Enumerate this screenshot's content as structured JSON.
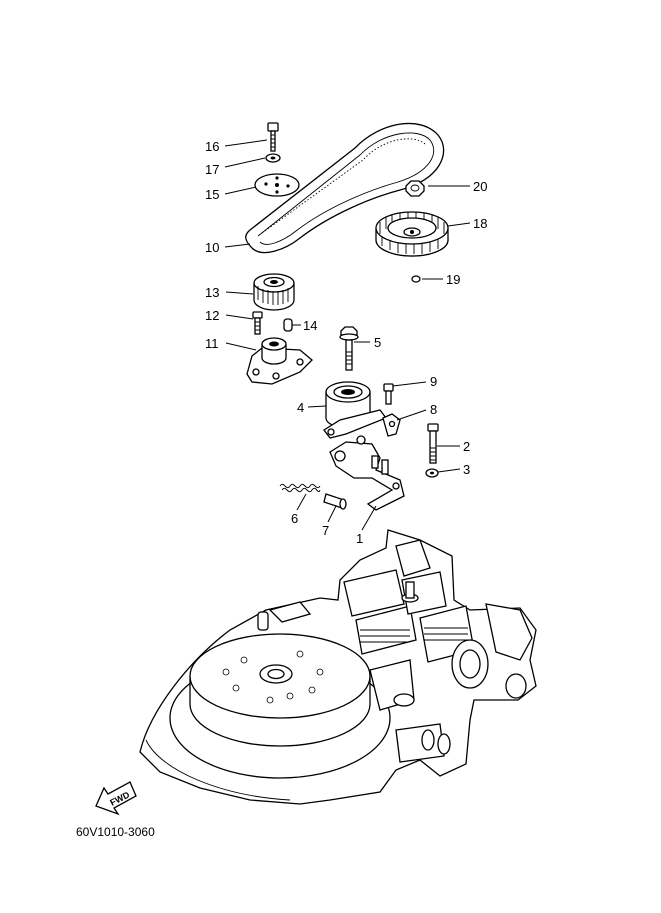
{
  "callouts": [
    {
      "num": "16"
    },
    {
      "num": "17"
    },
    {
      "num": "15"
    },
    {
      "num": "10"
    },
    {
      "num": "20"
    },
    {
      "num": "18"
    },
    {
      "num": "19"
    },
    {
      "num": "13"
    },
    {
      "num": "12"
    },
    {
      "num": "14"
    },
    {
      "num": "11"
    },
    {
      "num": "5"
    },
    {
      "num": "9"
    },
    {
      "num": "4"
    },
    {
      "num": "8"
    },
    {
      "num": "2"
    },
    {
      "num": "3"
    },
    {
      "num": "6"
    },
    {
      "num": "7"
    },
    {
      "num": "1"
    }
  ],
  "fwd_label": "FWD",
  "doc_code": "60V1010-3060"
}
